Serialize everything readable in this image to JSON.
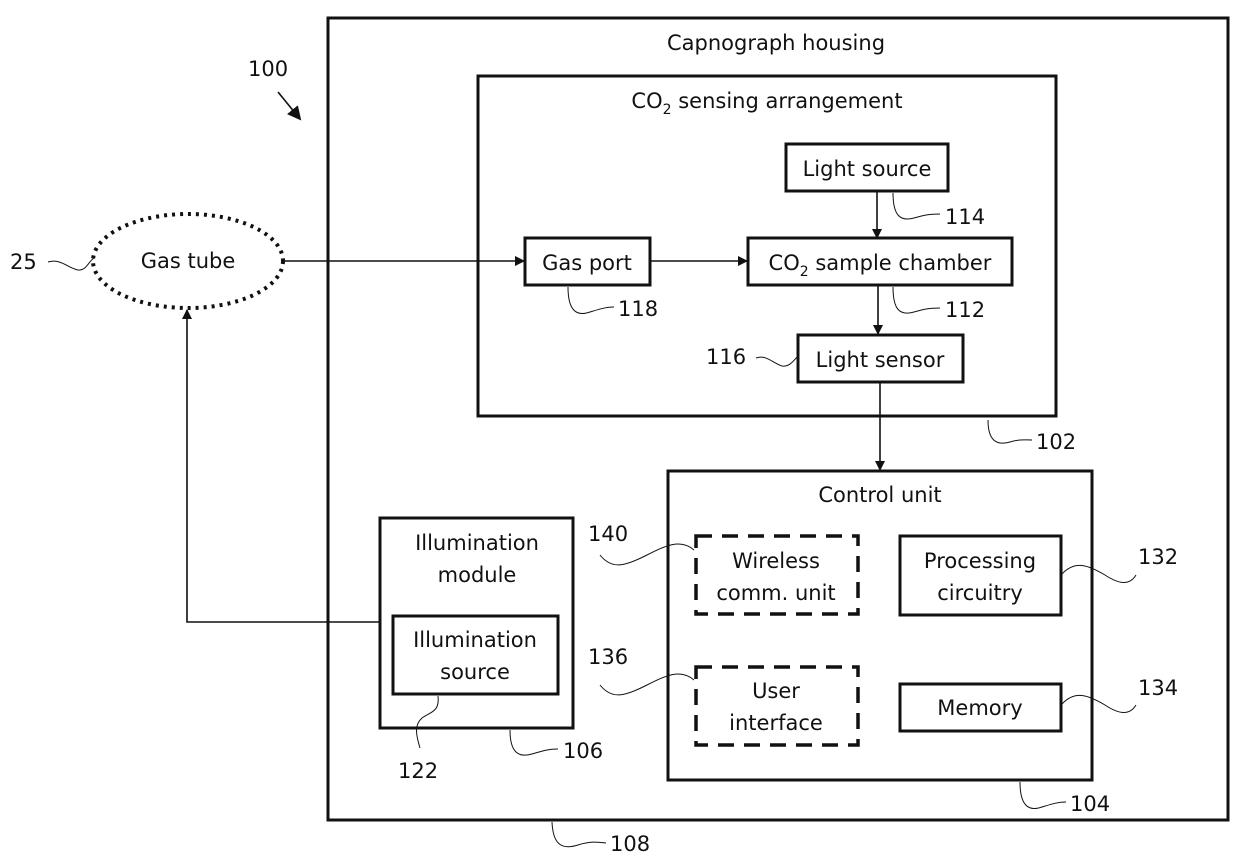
{
  "figure": {
    "ref": "100",
    "housing": {
      "label": "Capnograph housing",
      "ref": "108"
    },
    "gas_tube": {
      "label": "Gas tube",
      "ref": "25"
    },
    "co2_sensing": {
      "label_prefix": "CO",
      "label_sub": "2",
      "label_suffix": " sensing arrangement",
      "ref": "102",
      "light_source": {
        "label": "Light source",
        "ref": "114"
      },
      "gas_port": {
        "label": "Gas port",
        "ref": "118"
      },
      "sample_chamber": {
        "label_prefix": "CO",
        "label_sub": "2",
        "label_suffix": " sample chamber",
        "ref": "112"
      },
      "light_sensor": {
        "label": "Light sensor",
        "ref": "116"
      }
    },
    "control_unit": {
      "label": "Control unit",
      "ref": "104",
      "wireless": {
        "line1": "Wireless",
        "line2": "comm. unit",
        "ref": "140",
        "optional": true
      },
      "processing": {
        "line1": "Processing",
        "line2": "circuitry",
        "ref": "132"
      },
      "user_interface": {
        "line1": "User",
        "line2": "interface",
        "ref": "136",
        "optional": true
      },
      "memory": {
        "label": "Memory",
        "ref": "134"
      }
    },
    "illumination_module": {
      "line1": "Illumination",
      "line2": "module",
      "ref": "106",
      "source": {
        "line1": "Illumination",
        "line2": "source",
        "ref": "122"
      }
    }
  }
}
